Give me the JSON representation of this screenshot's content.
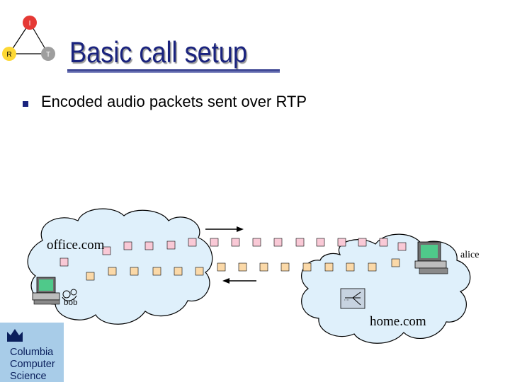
{
  "slide": {
    "title": "Basic call setup",
    "bullet": "Encoded audio packets sent over RTP"
  },
  "logo_triangle": {
    "nodes": [
      "I",
      "R",
      "T"
    ],
    "colors": {
      "I": "#e53935",
      "R": "#fdd835",
      "T": "#9e9e9e"
    }
  },
  "diagram": {
    "cloud_left_label": "office.com",
    "cloud_right_label": "home.com",
    "host_left_label": "bob",
    "host_right_label": "alice",
    "packet_color": "#f9c9d6",
    "packet_color_alt": "#fbd9a8",
    "cloud_color": "#dff0fb"
  },
  "institution": {
    "lines": [
      "Columbia",
      "Computer",
      "Science"
    ]
  }
}
